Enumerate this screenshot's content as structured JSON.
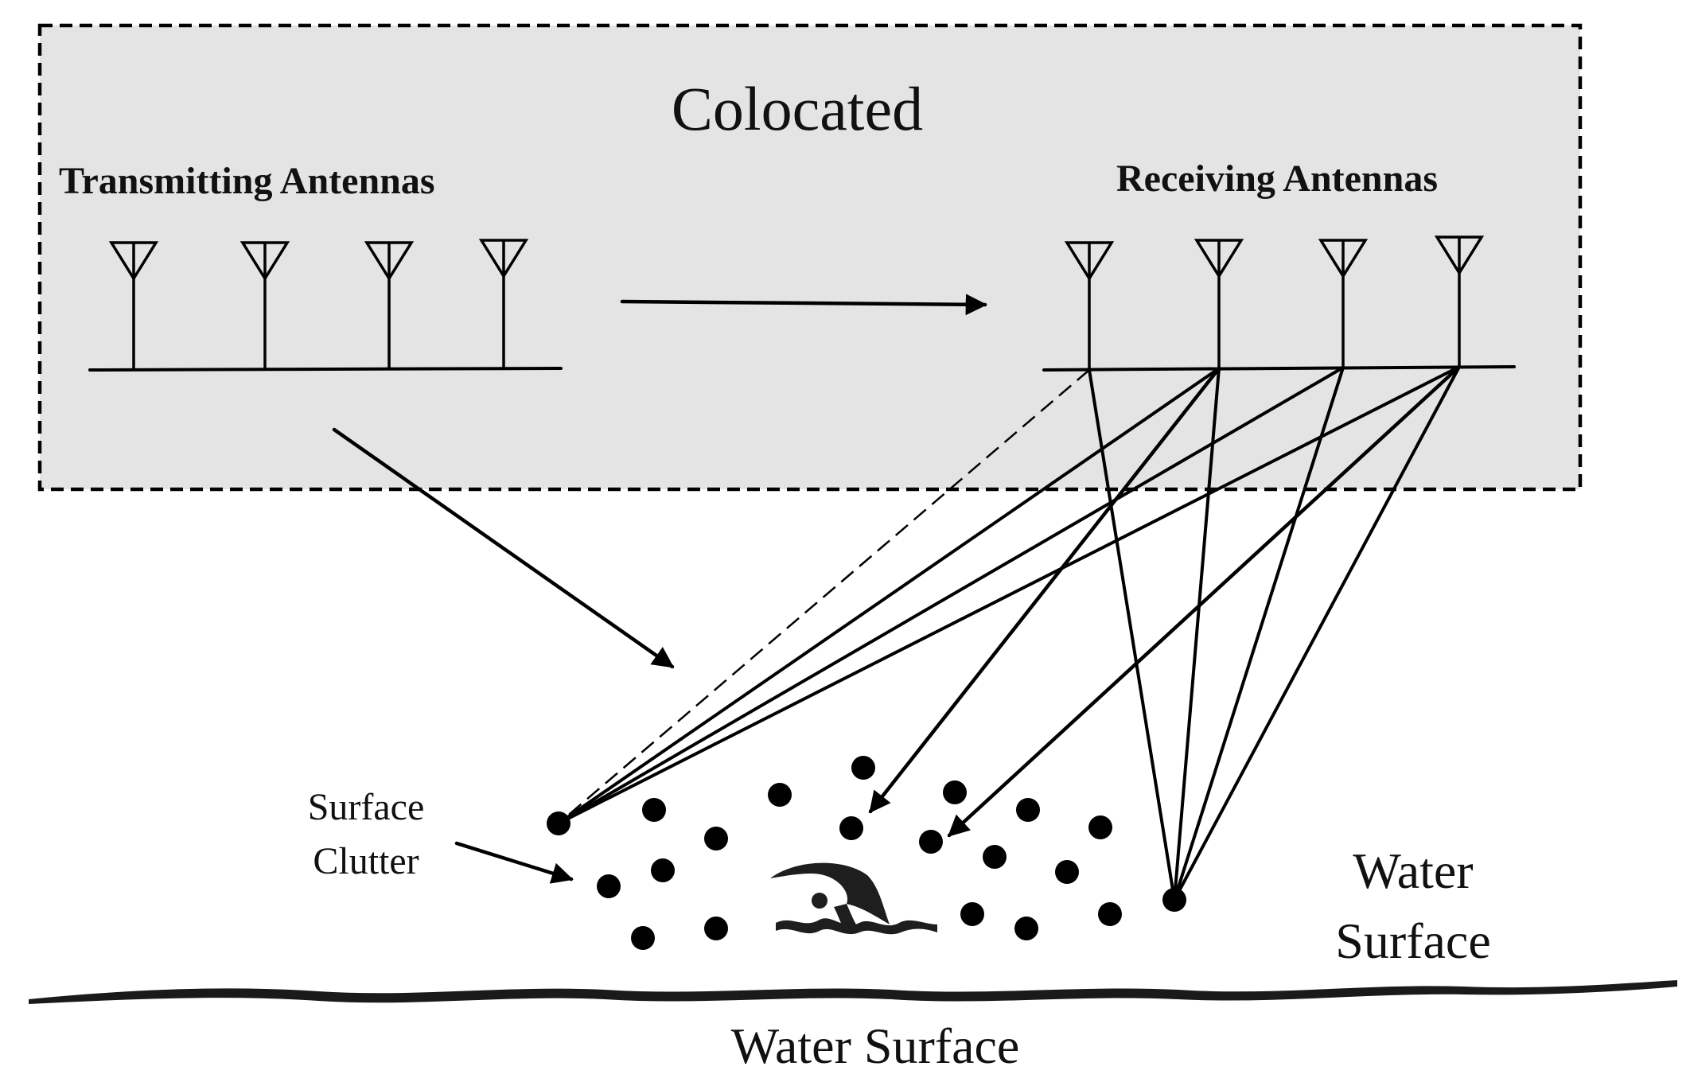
{
  "title": "Colocated",
  "transmitter": {
    "label": "Transmitting Antennas",
    "antenna_count": 4
  },
  "receiver": {
    "label": "Receiving Antennas",
    "antenna_count": 4
  },
  "clutter": {
    "label_line1": "Surface",
    "label_line2": "Clutter"
  },
  "water_label": {
    "line1": "Water",
    "line2": "Surface"
  },
  "bottom_label": "Water Surface",
  "colors": {
    "box_fill": "#e4e4e4",
    "line": "#000000"
  },
  "icons": {
    "target": "swimmer-icon"
  }
}
